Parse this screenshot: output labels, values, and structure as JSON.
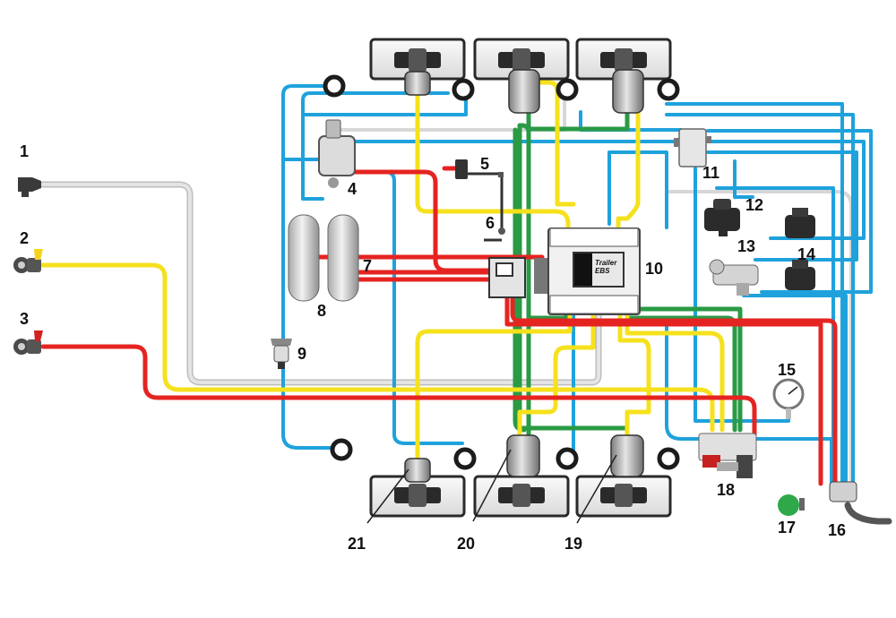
{
  "labels": {
    "n1": "1",
    "n2": "2",
    "n3": "3",
    "n4": "4",
    "n5": "5",
    "n6": "6",
    "n7": "7",
    "n8": "8",
    "n9": "9",
    "n10": "10",
    "n11": "11",
    "n12": "12",
    "n13": "13",
    "n14": "14",
    "n15": "15",
    "n16": "16",
    "n17": "17",
    "n18": "18",
    "n19": "19",
    "n20": "20",
    "n21": "21"
  },
  "ebs": {
    "logo": "Trailer EBS"
  },
  "colors": {
    "supply_line": "#e52421",
    "control_line": "#f5e11d",
    "electric_line": "#cfcfcf",
    "auxiliary_line": "#1fa2dc",
    "brake_line": "#2a9a45"
  }
}
